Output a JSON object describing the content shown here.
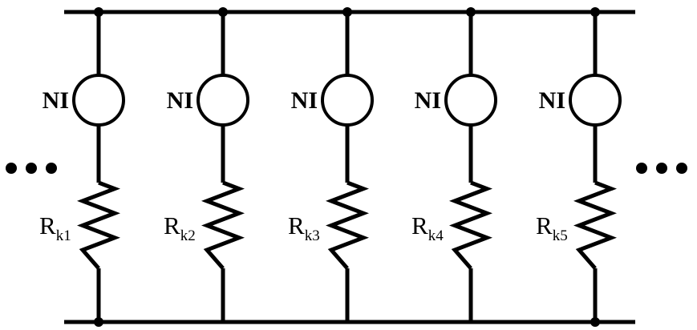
{
  "branches": [
    {
      "source_label": "NI",
      "resistor_main": "R",
      "resistor_sub": "k1"
    },
    {
      "source_label": "NI",
      "resistor_main": "R",
      "resistor_sub": "k2"
    },
    {
      "source_label": "NI",
      "resistor_main": "R",
      "resistor_sub": "k3"
    },
    {
      "source_label": "NI",
      "resistor_main": "R",
      "resistor_sub": "k4"
    },
    {
      "source_label": "NI",
      "resistor_main": "R",
      "resistor_sub": "k5"
    }
  ],
  "continuation": {
    "left": "repeat-left",
    "right": "repeat-right"
  },
  "colors": {
    "line": "#000000",
    "background": "#ffffff"
  }
}
